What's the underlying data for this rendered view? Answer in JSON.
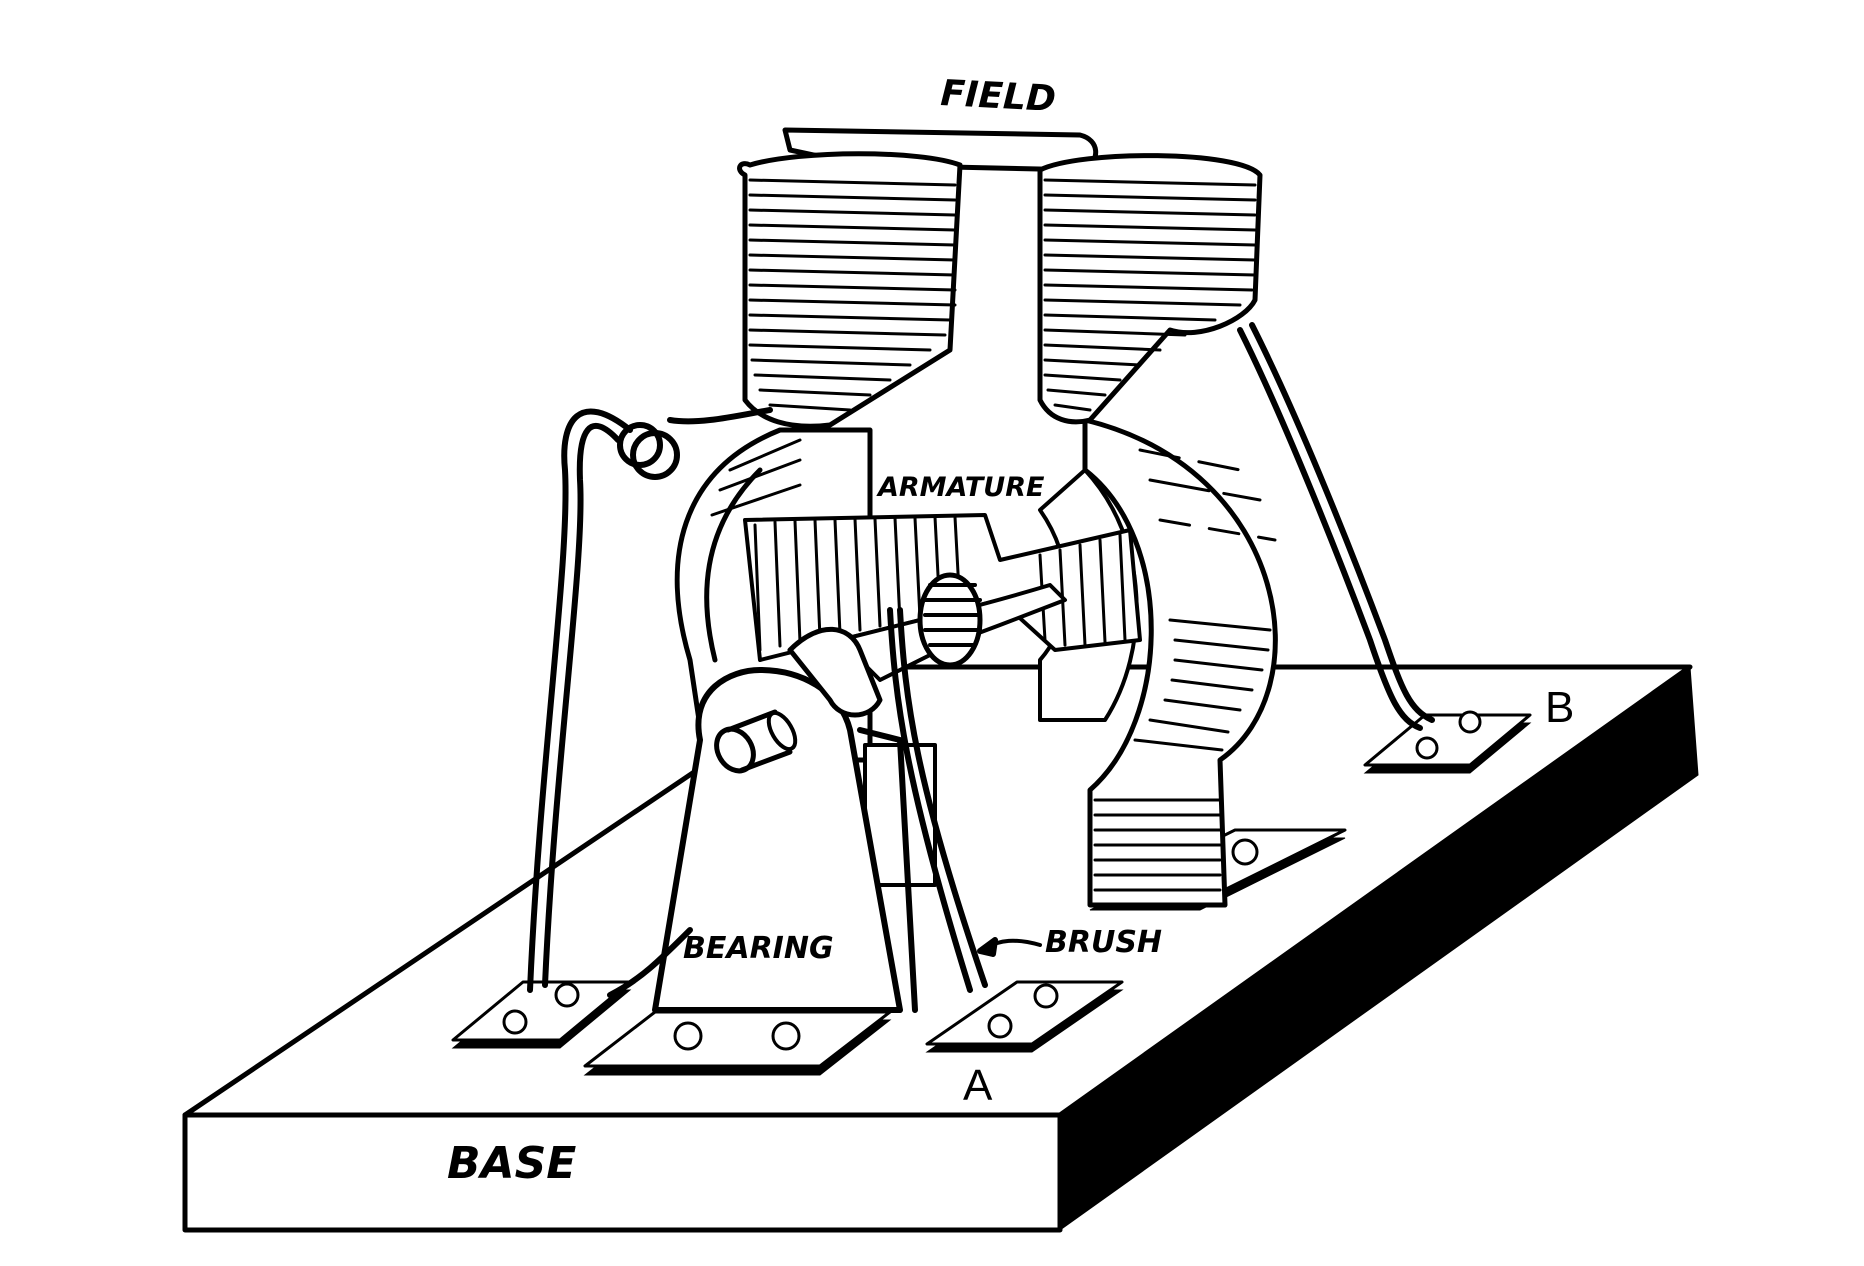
{
  "labels": {
    "field": "FIELD",
    "armature": "ARMATURE",
    "bearing": "BEARING",
    "brush": "BRUSH",
    "base": "BASE",
    "terminal_a": "A",
    "terminal_b": "B"
  },
  "colors": {
    "ink": "#000000",
    "paper": "#ffffff"
  }
}
